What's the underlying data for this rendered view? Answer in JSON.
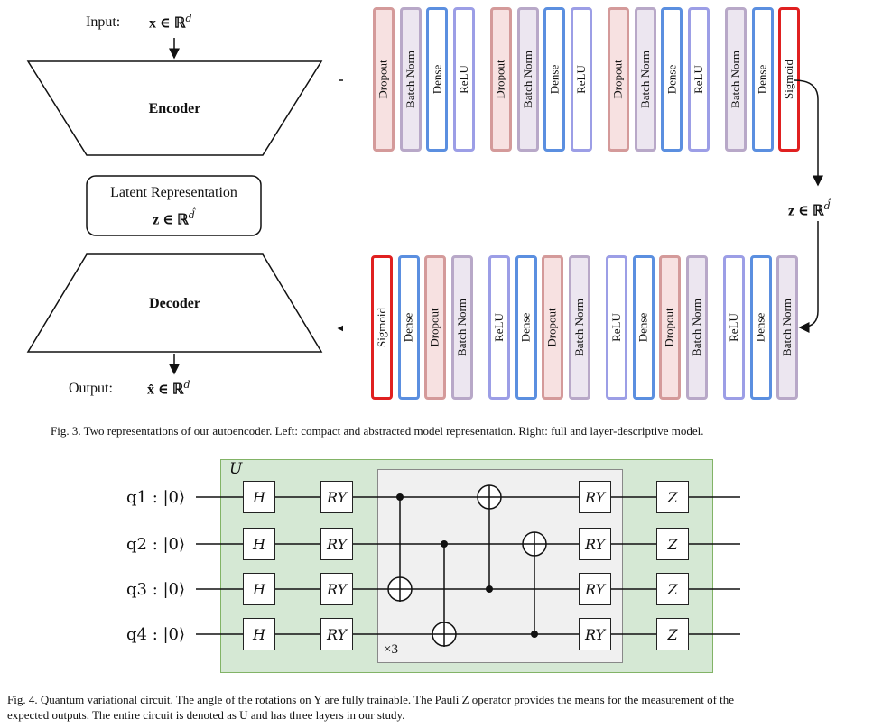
{
  "fig3": {
    "input_label": "Input:",
    "input_math": "x ∈ ℝ",
    "input_sup": "d",
    "encoder": "Encoder",
    "latent_title": "Latent Representation",
    "latent_math": "z ∈ ℝ",
    "latent_sup": "d̂",
    "decoder": "Decoder",
    "output_label": "Output:",
    "output_math": "x̂ ∈ ℝ",
    "output_sup": "d",
    "z_label": "z ∈ ℝ",
    "z_sup": "d̂",
    "encoder_layers": [
      "Dropout",
      "Batch Norm",
      "Dense",
      "ReLU",
      "Dropout",
      "Batch Norm",
      "Dense",
      "ReLU",
      "Dropout",
      "Batch Norm",
      "Dense",
      "ReLU",
      "Batch Norm",
      "Dense",
      "Sigmoid"
    ],
    "decoder_layers": [
      "Sigmoid",
      "Dense",
      "Dropout",
      "Batch Norm",
      "ReLU",
      "Dense",
      "Dropout",
      "Batch Norm",
      "ReLU",
      "Dense",
      "Dropout",
      "Batch Norm",
      "ReLU",
      "Dense",
      "Batch Norm"
    ],
    "caption": "Fig. 3.  Two representations of our autoencoder. Left: compact and abstracted model representation. Right: full and layer-descriptive model."
  },
  "fig4": {
    "u_label": "U",
    "qubits": [
      "q1 : |0⟩",
      "q2 : |0⟩",
      "q3 : |0⟩",
      "q4 : |0⟩"
    ],
    "h_gate": "H",
    "ry_gate": "RY",
    "z_gate": "Z",
    "repeat": "×3",
    "caption_line1": "Fig. 4.  Quantum variational circuit. The angle of the rotations on Y are fully trainable. The Pauli Z operator provides the means for the measurement of the",
    "caption_line2": "expected outputs. The entire circuit is denoted as U and has three layers in our study."
  },
  "colors": {
    "dropout": "#f7e1e1",
    "batch_norm": "#ece6f0",
    "dense": "#5b8fe0",
    "relu": "#9c9ee6",
    "sigmoid": "#e02020",
    "circuit_bg": "#d5e8d4",
    "inner_block": "#f0f0f0"
  }
}
